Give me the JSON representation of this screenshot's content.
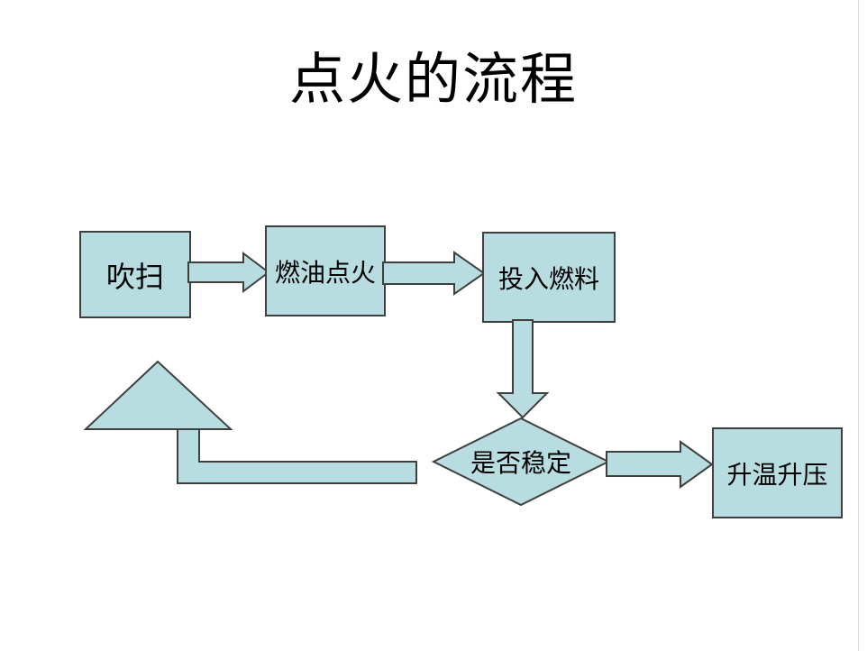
{
  "slide": {
    "title": "点火的流程",
    "background_color": "#ffffff",
    "shape_fill_color": "#b8dde1",
    "shape_border_color": "#3f3f3f",
    "text_color": "#000000"
  },
  "flowchart": {
    "nodes": [
      {
        "id": "purge",
        "label": "吹扫",
        "shape": "rectangle"
      },
      {
        "id": "oil",
        "label": "燃油点火",
        "shape": "rectangle"
      },
      {
        "id": "fuel",
        "label": "投入燃料",
        "shape": "rectangle"
      },
      {
        "id": "decision",
        "label": "是否稳定",
        "shape": "diamond"
      },
      {
        "id": "raise",
        "label": "升温升压",
        "shape": "rectangle"
      }
    ],
    "connectors": [
      {
        "id": "purge-to-oil",
        "shape": "block-arrow-right"
      },
      {
        "id": "oil-to-fuel",
        "shape": "block-arrow-right"
      },
      {
        "id": "fuel-to-decision",
        "shape": "block-arrow-down"
      },
      {
        "id": "decision-to-raise",
        "shape": "block-arrow-right"
      },
      {
        "id": "decision-to-purge",
        "shape": "block-arrow-elbow-up-left"
      }
    ]
  }
}
